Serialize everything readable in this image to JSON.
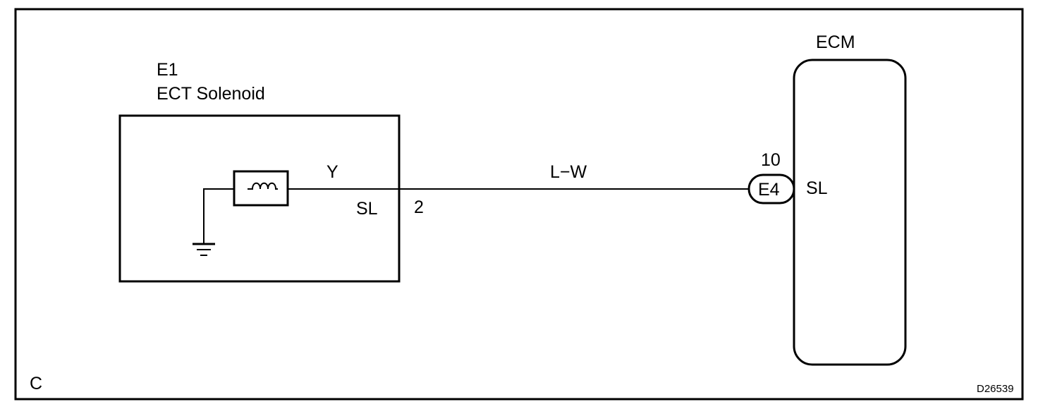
{
  "solenoid": {
    "connector": "E1",
    "name": "ECT Solenoid",
    "wire_color_internal": "Y",
    "terminal_name": "SL",
    "terminal_number": "2"
  },
  "wire": {
    "color": "L−W"
  },
  "ecm": {
    "name": "ECM",
    "connector": "E4",
    "terminal_number": "10",
    "terminal_name": "SL"
  },
  "figure": {
    "corner_letter": "C",
    "code": "D26539"
  }
}
